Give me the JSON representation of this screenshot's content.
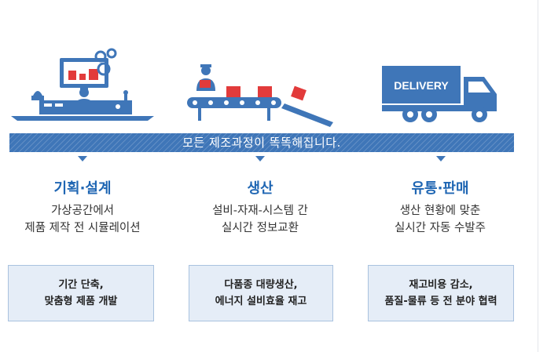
{
  "banner": {
    "text": "모든 제조과정이 똑똑해집니다."
  },
  "truck": {
    "label": "DELIVERY"
  },
  "stages": [
    {
      "title": "기획·설계",
      "desc": [
        "가상공간에서",
        "제품 제작 전 시뮬레이션"
      ],
      "result": [
        "기간 단축,",
        "맞춤형 제품 개발"
      ]
    },
    {
      "title": "생산",
      "desc": [
        "설비-자재-시스템 간",
        "실시간 정보교환"
      ],
      "result": [
        "다품종 대량생산,",
        "에너지 설비효율 재고"
      ]
    },
    {
      "title": "유통·판매",
      "desc": [
        "생산 현황에 맞춘",
        "실시간 자동 수발주"
      ],
      "result": [
        "재고비용 감소,",
        "품질-물류 등 전 분야 협력"
      ]
    }
  ],
  "colors": {
    "primary": "#3f76b8",
    "title": "#1f66b3",
    "box_fill": "#e5edf7",
    "box_border": "#a9c2df",
    "product_red": "#e23b3b"
  },
  "icons": [
    "planning-workstation-icon",
    "conveyor-production-icon",
    "delivery-truck-icon"
  ]
}
